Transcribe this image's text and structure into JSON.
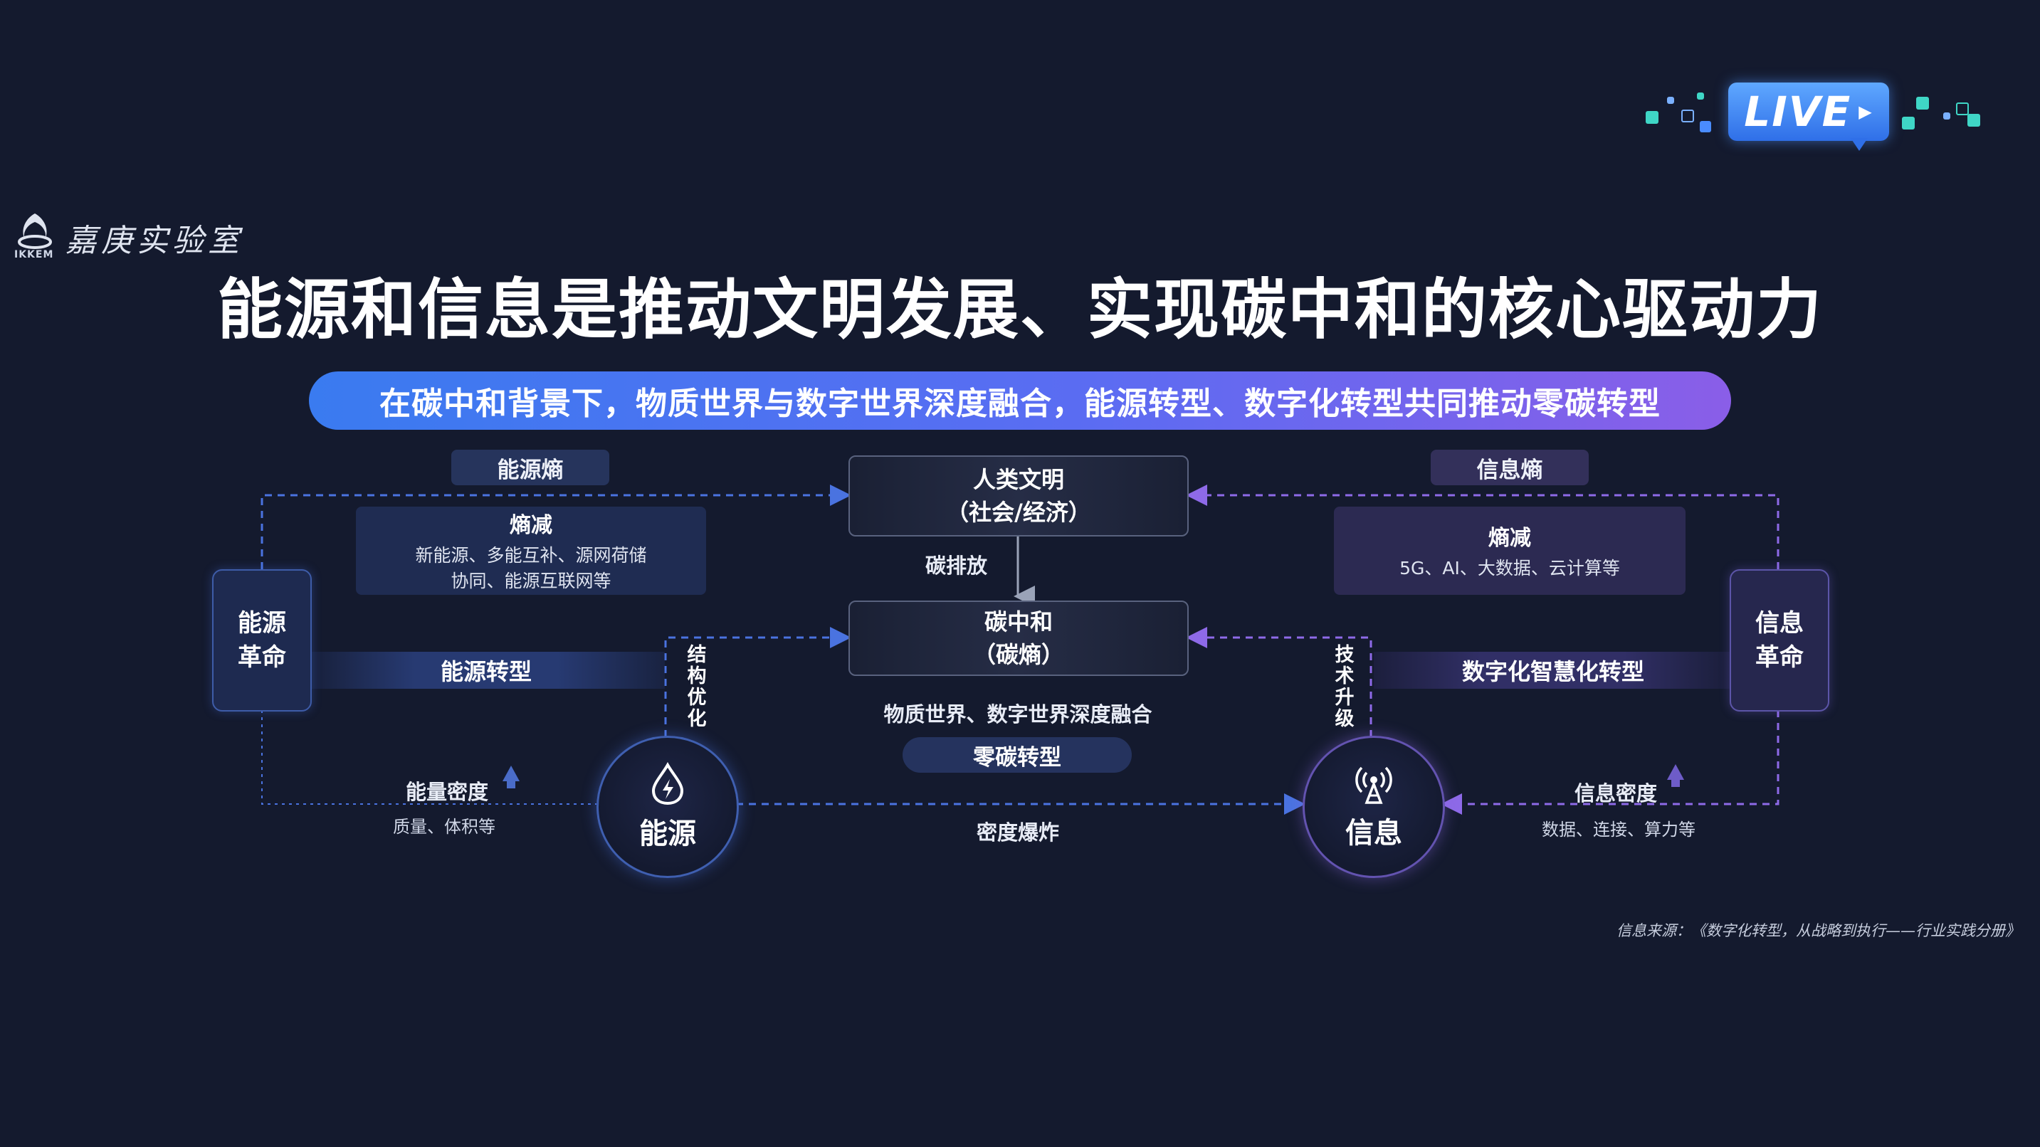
{
  "logo": {
    "name": "嘉庚实验室",
    "abbr": "IKKEM"
  },
  "live_badge": "LIVE",
  "title": "能源和信息是推动文明发展、实现碳中和的核心驱动力",
  "subtitle": "在碳中和背景下，物质世界与数字世界深度融合，能源转型、数字化转型共同推动零碳转型",
  "left": {
    "entropy_tag": "能源熵",
    "reduction_title": "熵减",
    "reduction_lines": [
      "新能源、多能互补、源网荷储",
      "协同、能源互联网等"
    ],
    "revolution": [
      "能源",
      "革命"
    ],
    "transition": "能源转型",
    "vertical_label": "结构优化",
    "density_title": "能量密度",
    "density_desc": "质量、体积等",
    "circle_label": "能源"
  },
  "center": {
    "civilization": [
      "人类文明",
      "（社会/经济）"
    ],
    "emission": "碳排放",
    "neutral": [
      "碳中和",
      "（碳熵）"
    ],
    "fusion": "物质世界、数字世界深度融合",
    "zero_carbon": "零碳转型",
    "explosion": "密度爆炸"
  },
  "right": {
    "entropy_tag": "信息熵",
    "reduction_title": "熵减",
    "reduction_lines": [
      "5G、AI、大数据、云计算等"
    ],
    "revolution": [
      "信息",
      "革命"
    ],
    "transition": "数字化智慧化转型",
    "vertical_label": "技术升级",
    "density_title": "信息密度",
    "density_desc": "数据、连接、算力等",
    "circle_label": "信息"
  },
  "source": "信息来源：《数字化转型，从战略到执行——行业实践分册》",
  "colors": {
    "background": "#141a2e",
    "blue_accent": "#4a73e0",
    "purple_accent": "#8e6ae8"
  }
}
